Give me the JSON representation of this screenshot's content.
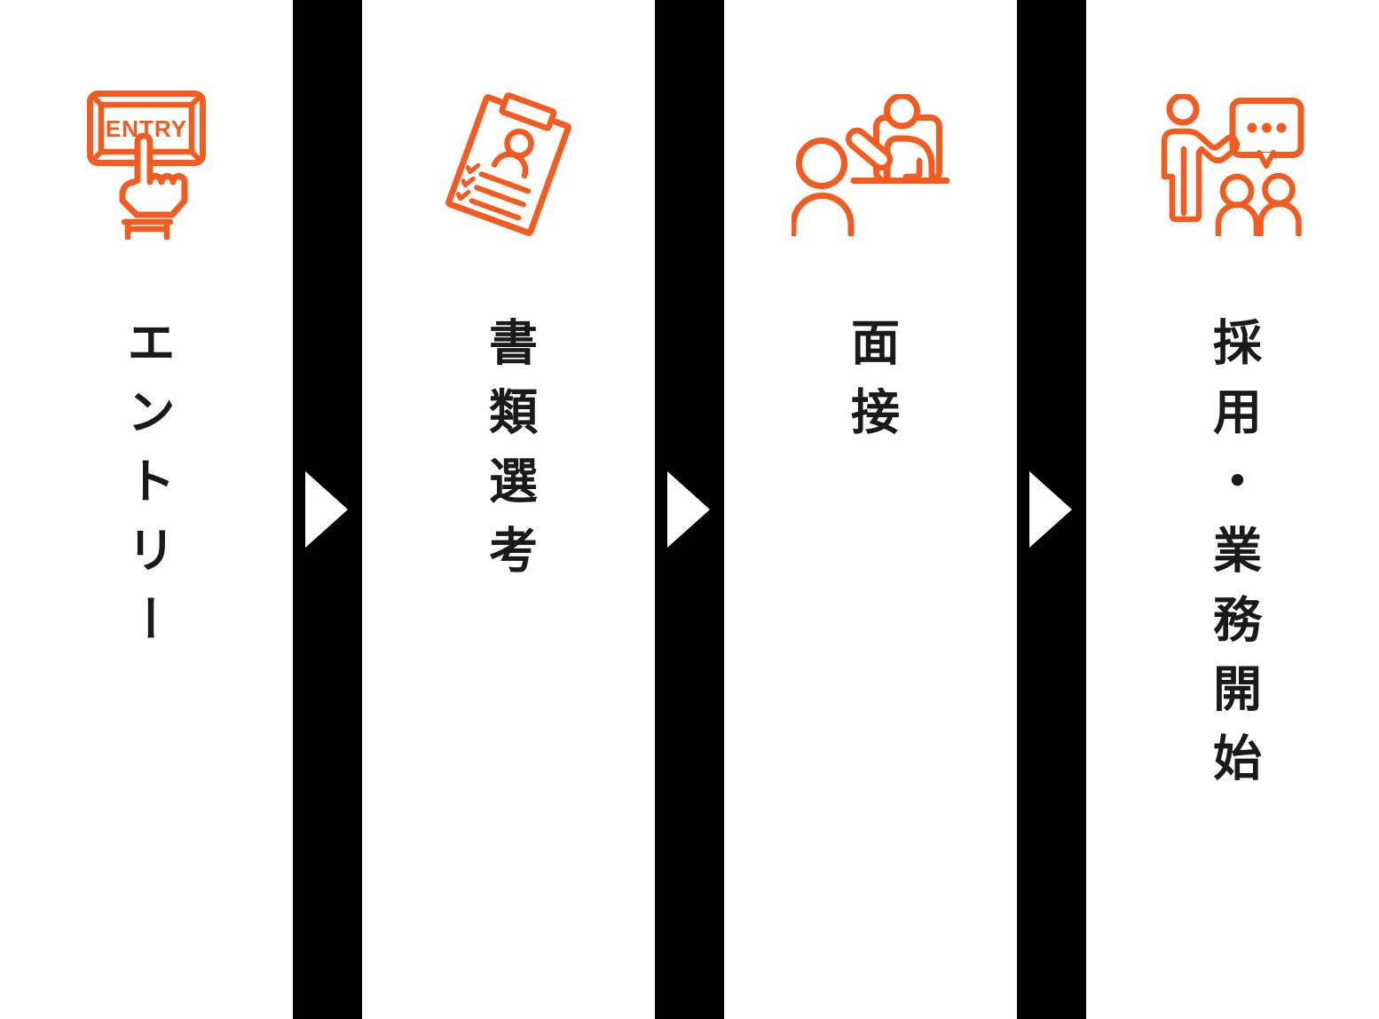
{
  "flow": {
    "title_meaning": "recruitment-process-flow",
    "steps": [
      {
        "label": "エントリー",
        "icon": "entry-button-click-icon",
        "badge": "ENTRY"
      },
      {
        "label": "書類選考",
        "icon": "resume-document-icon"
      },
      {
        "label": "面接",
        "icon": "interview-desk-icon"
      },
      {
        "label": "採用・業務開始",
        "icon": "hiring-presentation-icon"
      }
    ],
    "separator": {
      "arrow": "right-triangle-arrow",
      "count": 3
    }
  },
  "colors": {
    "accent": "#f55a1e",
    "ink": "#1a1a1a",
    "separator": "#000000",
    "background": "#ffffff"
  }
}
